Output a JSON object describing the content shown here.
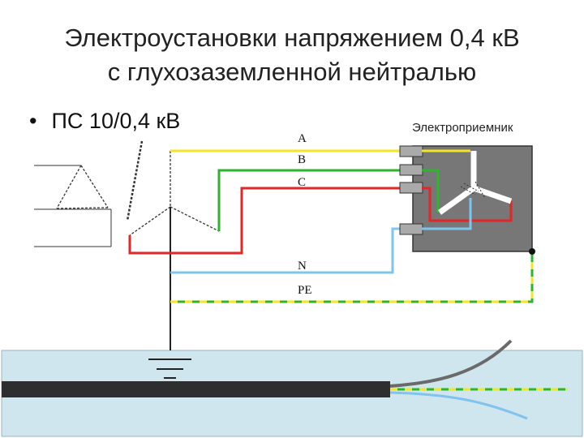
{
  "title": {
    "line1": "Электроустановки напряжением 0,4 кВ",
    "line2": "с глухозаземленной нейтралью"
  },
  "bullet": {
    "marker": "•",
    "text": "ПС 10/0,4 кВ"
  },
  "receiver_label": "Электроприемник",
  "conductors": [
    {
      "label": "A",
      "color": "#f2e626"
    },
    {
      "label": "B",
      "color": "#2db52d"
    },
    {
      "label": "C",
      "color": "#e32626"
    },
    {
      "label": "N",
      "color": "#7ec4ee"
    },
    {
      "label": "PE",
      "color": "#2db52d"
    }
  ],
  "colors": {
    "pe_dash": "#f2e626",
    "ground_area": "#cfe6ee",
    "cable": "#2e2e2e",
    "receiver_box": "#777777",
    "terminal": "#aaaaaa"
  }
}
